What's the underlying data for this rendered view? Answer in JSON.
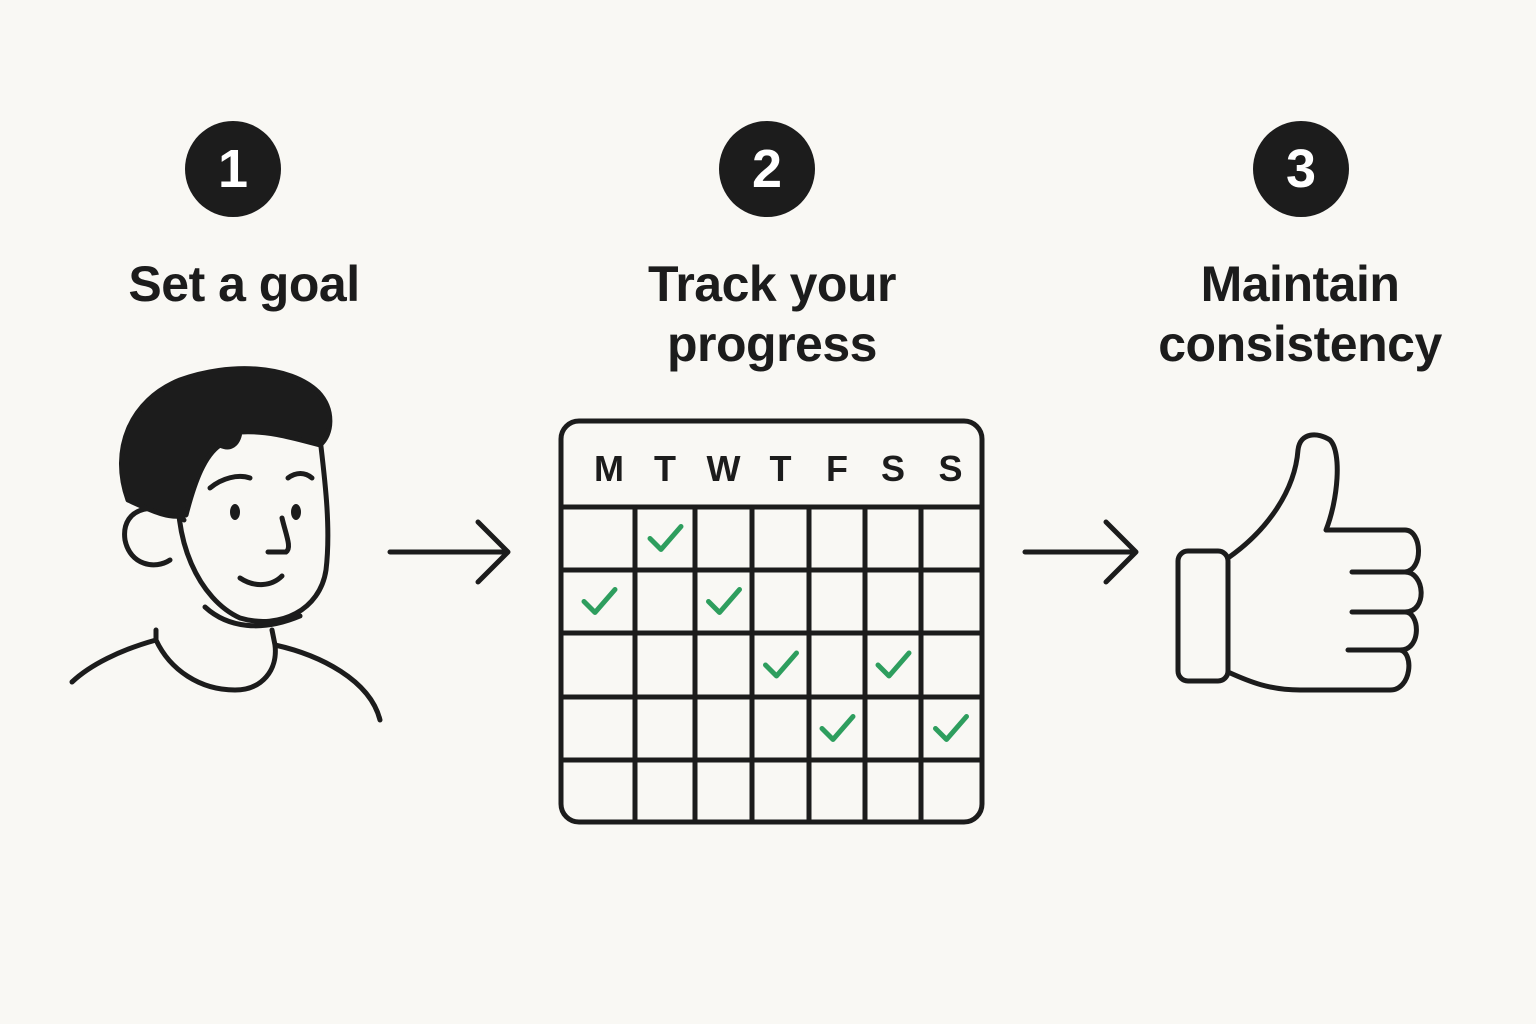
{
  "steps": [
    {
      "number": "1",
      "title_lines": [
        "Set a goal"
      ],
      "illustration": "person-icon"
    },
    {
      "number": "2",
      "title_lines": [
        "Track your",
        "progress"
      ],
      "illustration": "calendar-icon"
    },
    {
      "number": "3",
      "title_lines": [
        "Maintain",
        "consistency"
      ],
      "illustration": "thumbs-up-icon"
    }
  ],
  "calendar": {
    "days": [
      "M",
      "T",
      "W",
      "T",
      "F",
      "S",
      "S"
    ],
    "rows": 5,
    "checked": [
      [
        0,
        1
      ],
      [
        1,
        0
      ],
      [
        1,
        2
      ],
      [
        2,
        3
      ],
      [
        2,
        5
      ],
      [
        3,
        4
      ],
      [
        3,
        6
      ]
    ]
  },
  "colors": {
    "ink": "#1c1c1c",
    "check": "#2e9e5e",
    "background": "#f9f8f4"
  }
}
